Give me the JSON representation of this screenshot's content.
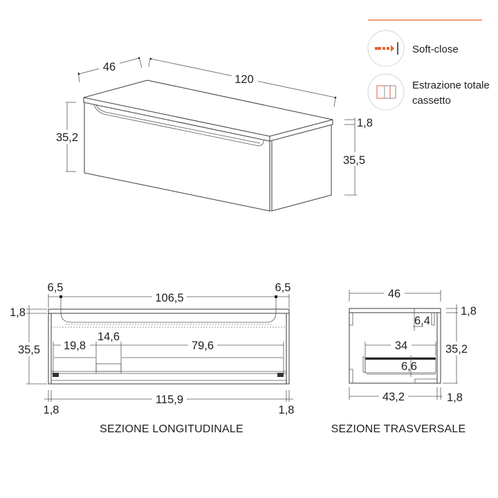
{
  "features": {
    "accent_color": "#e8622a",
    "divider_color": "#e8622a",
    "items": [
      {
        "icon": "soft-close-icon",
        "label": "Soft-close"
      },
      {
        "icon": "full-extension-drawer-icon",
        "label_line1": "Estrazione totale",
        "label_line2": "cassetto"
      }
    ]
  },
  "perspective_view": {
    "depth": "46",
    "width": "120",
    "front_height": "35,2",
    "top_thickness": "1,8",
    "side_height": "35,5"
  },
  "longitudinal_section": {
    "caption": "SEZIONE LONGITUDINALE",
    "handle_left_offset": "6,5",
    "handle_length": "106,5",
    "handle_right_offset": "6,5",
    "top_thickness": "1,8",
    "height": "35,5",
    "drawer_left": "19,8",
    "drawer_center": "14,6",
    "drawer_right": "79,6",
    "inner_width": "115,9",
    "side_left": "1,8",
    "side_right": "1,8"
  },
  "transversal_section": {
    "caption": "SEZIONE TRASVERSALE",
    "depth": "46",
    "top_thickness": "1,8",
    "handle_depth": "6,4",
    "drawer_depth": "34",
    "height": "35,2",
    "drawer_height": "6,6",
    "inner_depth": "43,2",
    "back_thickness": "1,8"
  }
}
